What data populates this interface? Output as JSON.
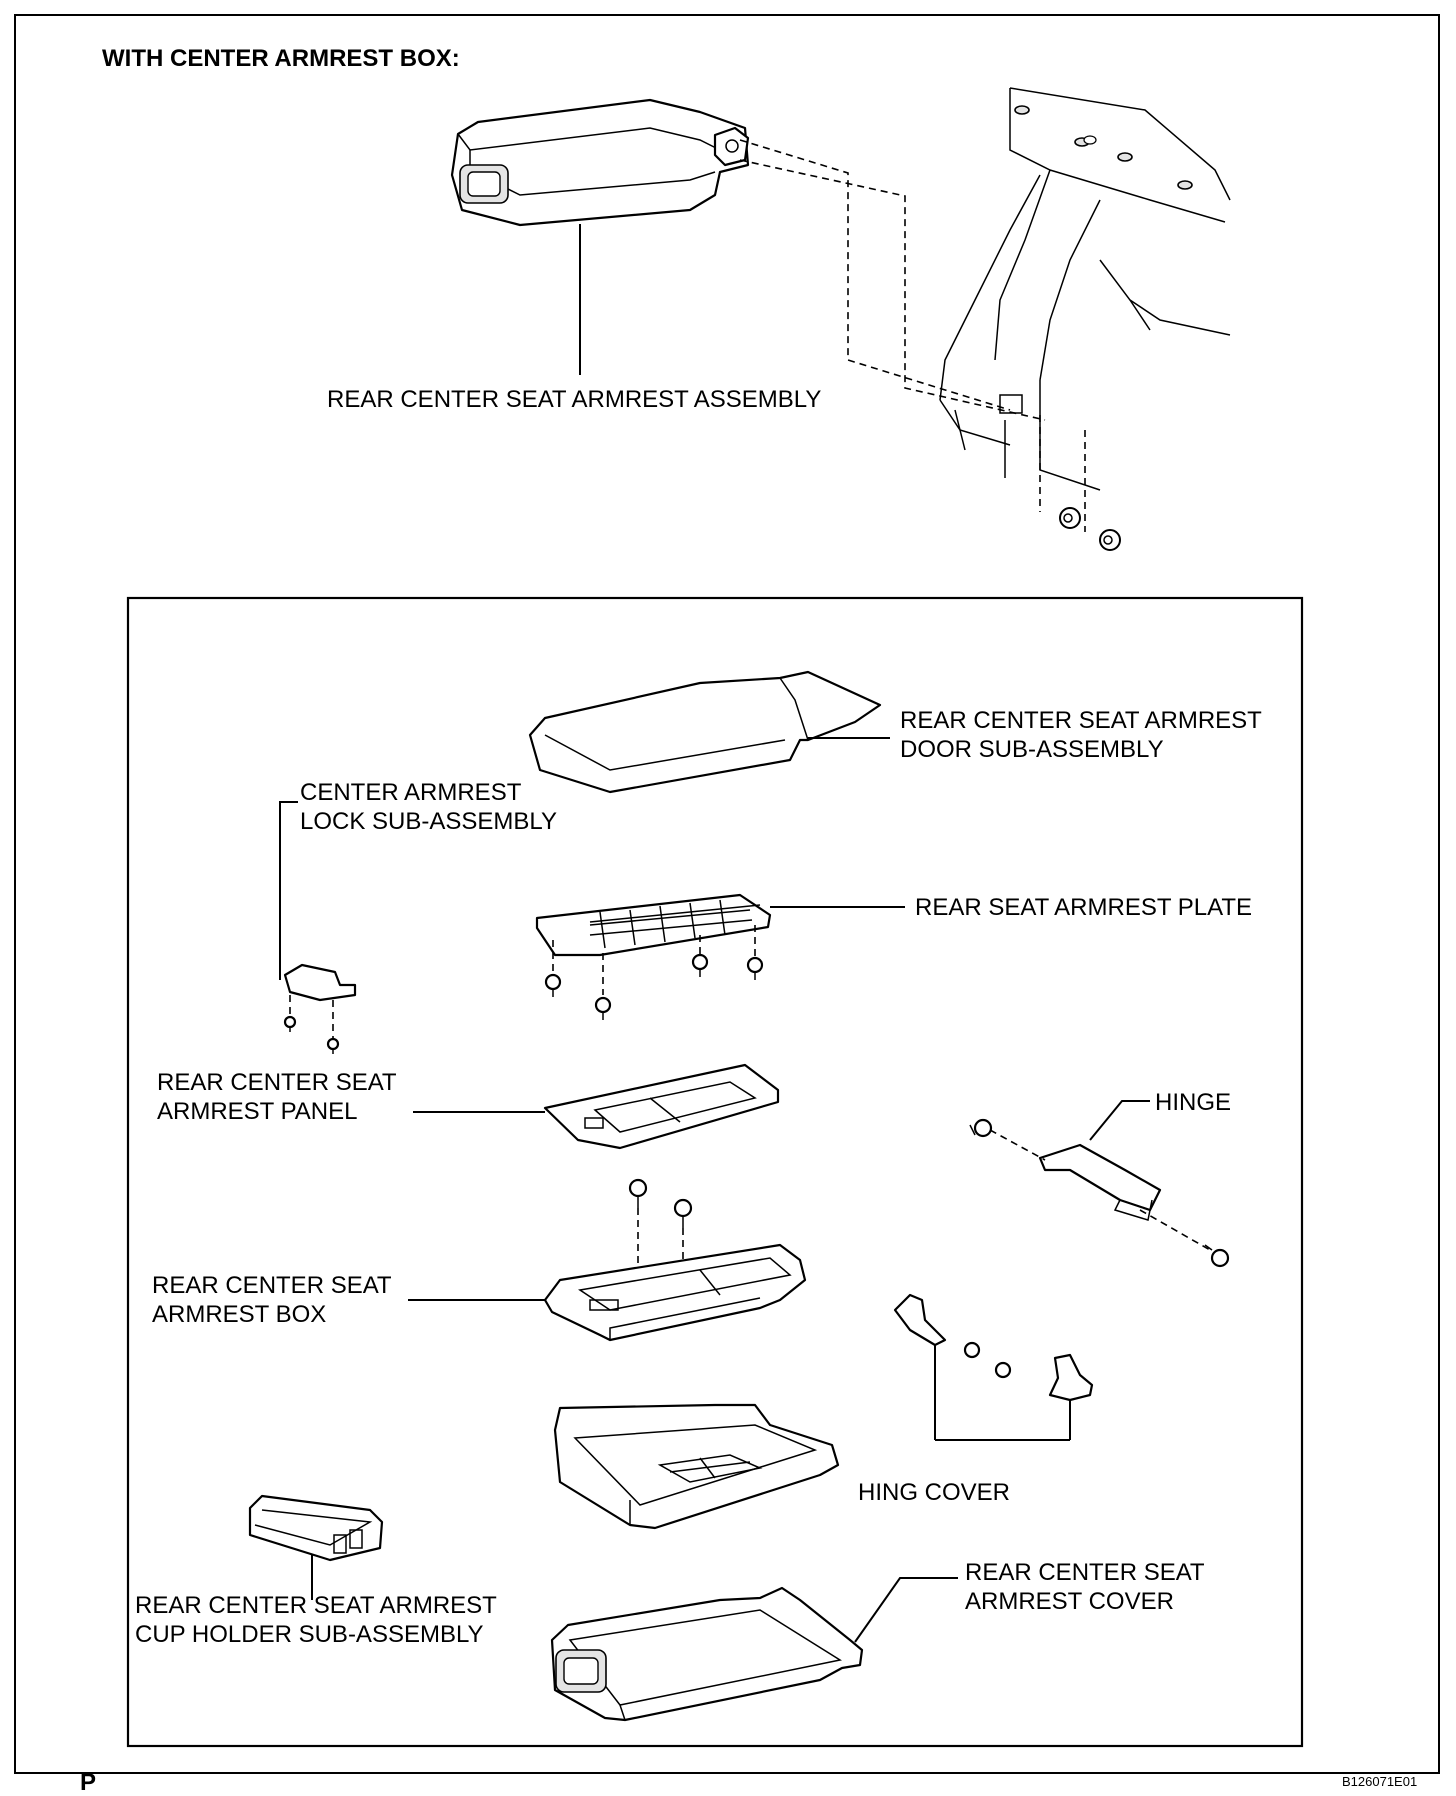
{
  "header": "WITH CENTER ARMREST BOX:",
  "labels": {
    "armrest_assembly": "REAR CENTER SEAT ARMREST ASSEMBLY",
    "door_sub_line1": "REAR CENTER SEAT ARMREST",
    "door_sub_line2": "DOOR SUB-ASSEMBLY",
    "lock_line1": "CENTER ARMREST",
    "lock_line2": "LOCK SUB-ASSEMBLY",
    "plate": "REAR SEAT ARMREST PLATE",
    "panel_line1": "REAR CENTER SEAT",
    "panel_line2": "ARMREST PANEL",
    "hinge": "HINGE",
    "box_line1": "REAR CENTER SEAT",
    "box_line2": "ARMREST BOX",
    "hing_cover": "HING COVER",
    "cover_line1": "REAR CENTER SEAT",
    "cover_line2": "ARMREST COVER",
    "cup_line1": "REAR CENTER SEAT ARMREST",
    "cup_line2": "CUP HOLDER SUB-ASSEMBLY"
  },
  "footer": {
    "left": "P",
    "right": "B126071E01"
  }
}
